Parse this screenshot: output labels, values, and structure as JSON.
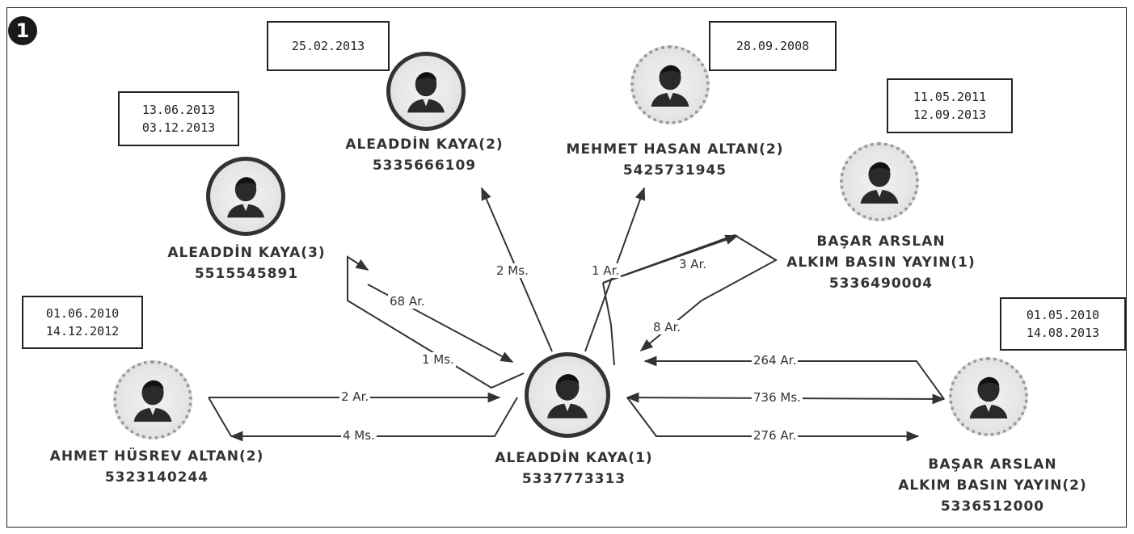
{
  "diagram": {
    "step_badge": "1",
    "center": {
      "name": "ALEADDİN KAYA(1)",
      "phone": "5337773313"
    },
    "nodes": [
      {
        "id": "aleaddin2",
        "name": "ALEADDİN KAYA(2)",
        "phone": "5335666109",
        "dates": [
          "25.02.2013"
        ]
      },
      {
        "id": "mehmet",
        "name": "MEHMET HASAN ALTAN(2)",
        "phone": "5425731945",
        "dates": [
          "28.09.2008"
        ]
      },
      {
        "id": "aleaddin3",
        "name": "ALEADDİN KAYA(3)",
        "phone": "5515545891",
        "dates": [
          "13.06.2013",
          "03.12.2013"
        ]
      },
      {
        "id": "basar1",
        "name": "BAŞAR ARSLAN",
        "name2": "ALKIM BASIN YAYIN(1)",
        "phone": "5336490004",
        "dates": [
          "11.05.2011",
          "12.09.2013"
        ]
      },
      {
        "id": "ahmet",
        "name": "AHMET HÜSREV ALTAN(2)",
        "phone": "5323140244",
        "dates": [
          "01.06.2010",
          "14.12.2012"
        ]
      },
      {
        "id": "basar2",
        "name": "BAŞAR ARSLAN",
        "name2": "ALKIM BASIN YAYIN(2)",
        "phone": "5336512000",
        "dates": [
          "01.05.2010",
          "14.08.2013"
        ]
      }
    ],
    "edges": {
      "to_aleaddin2": "2 Ms.",
      "to_mehmet": "1 Ar.",
      "aleaddin3_out": "68 Ar.",
      "aleaddin3_in": "1 Ms.",
      "basar1_out": "3 Ar.",
      "basar1_in": "8 Ar.",
      "ahmet_out": "2 Ar.",
      "ahmet_in": "4 Ms.",
      "basar2_top": "264 Ar.",
      "basar2_mid": "736 Ms.",
      "basar2_bot": "276 Ar."
    }
  }
}
